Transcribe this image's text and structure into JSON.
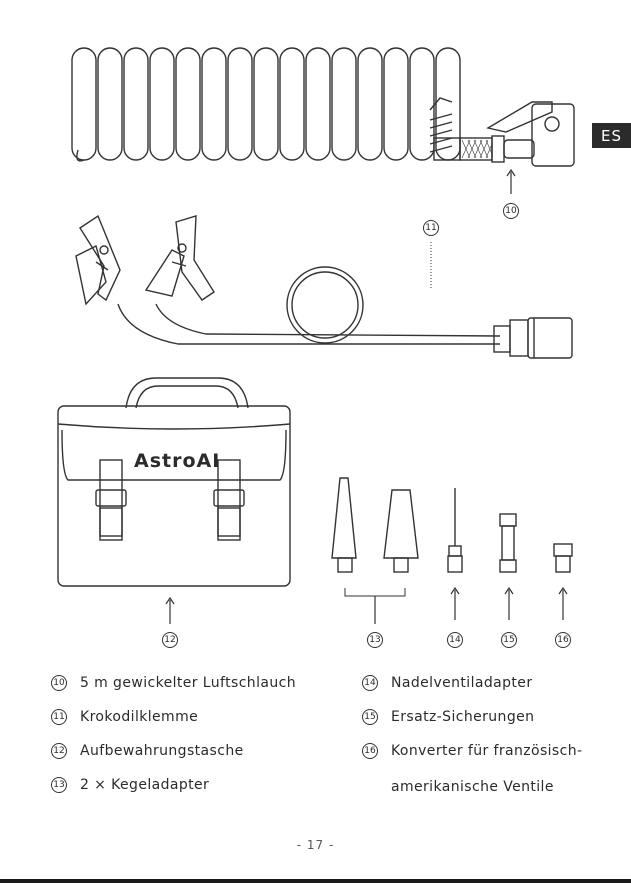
{
  "tab": {
    "label": "ES"
  },
  "brand": {
    "logo_text": "AstroAI"
  },
  "callouts": {
    "c10": "10",
    "c11": "11",
    "c12": "12",
    "c13": "13",
    "c14": "14",
    "c15": "15",
    "c16": "16"
  },
  "legend": {
    "items": [
      {
        "num": "10",
        "text": "5 m gewickelter Luftschlauch"
      },
      {
        "num": "11",
        "text": "Krokodilklemme"
      },
      {
        "num": "12",
        "text": "Aufbewahrungstasche"
      },
      {
        "num": "13",
        "text": "2 × Kegeladapter"
      },
      {
        "num": "14",
        "text": "Nadelventiladapter"
      },
      {
        "num": "15",
        "text": "Ersatz-Sicherungen"
      },
      {
        "num": "16",
        "text": "Konverter für französisch-"
      }
    ],
    "continuation": "amerikanische Ventile"
  },
  "page": {
    "number": "- 17 -"
  }
}
